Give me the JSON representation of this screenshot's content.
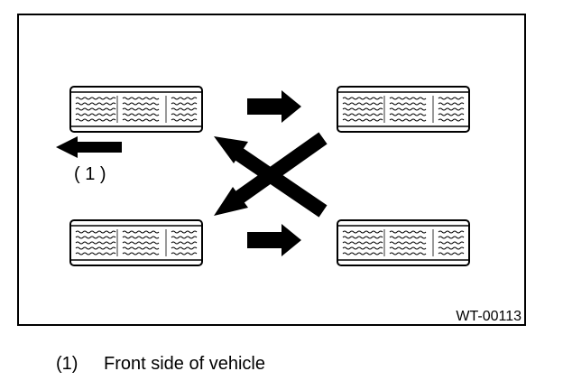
{
  "diagram": {
    "front_marker_label": "( 1 )",
    "figure_code": "WT-00113"
  },
  "caption": {
    "number": "(1)",
    "text": "Front side of vehicle"
  },
  "colors": {
    "ink": "#000000",
    "background": "#ffffff"
  }
}
